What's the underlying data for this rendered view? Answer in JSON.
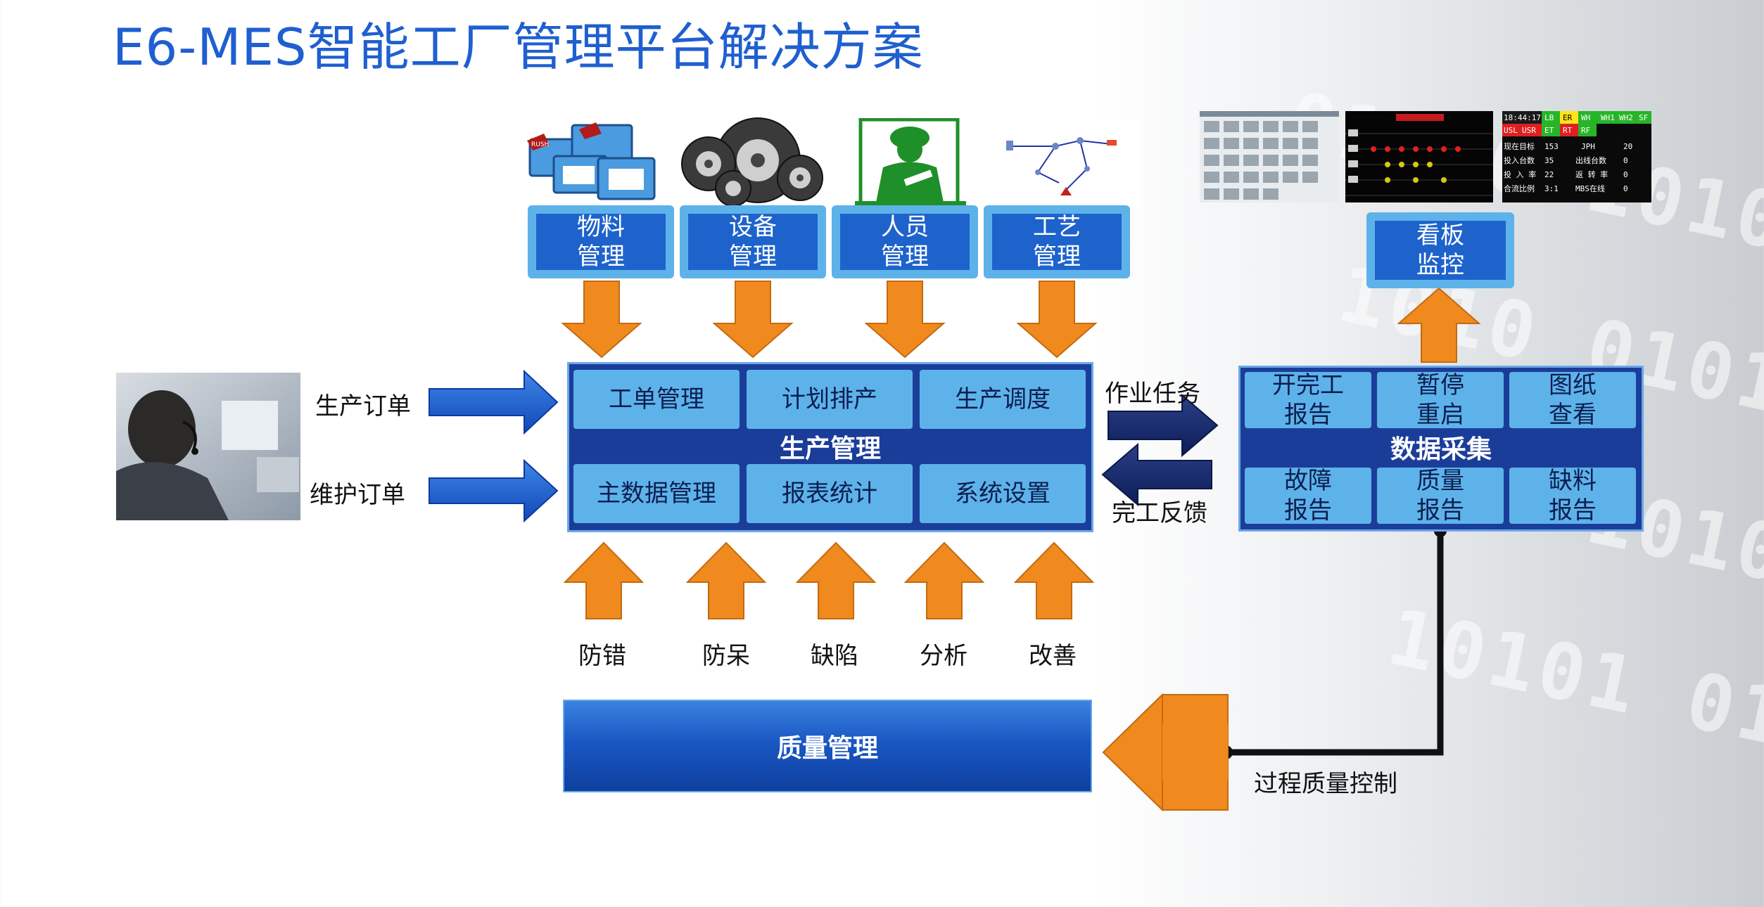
{
  "title": "E6-MES智能工厂管理平台解决方案",
  "modules": [
    "物料\n管理",
    "设备\n管理",
    "人员\n管理",
    "工艺\n管理"
  ],
  "kanban": "看板\n监控",
  "production": {
    "title": "生产管理",
    "cells": [
      "工单管理",
      "计划排产",
      "生产调度",
      "主数据管理",
      "报表统计",
      "系统设置"
    ]
  },
  "data_collection": {
    "title": "数据采集",
    "cells": [
      "开完工\n报告",
      "暂停\n重启",
      "图纸\n查看",
      "故障\n报告",
      "质量\n报告",
      "缺料\n报告"
    ]
  },
  "orders": [
    "生产订单",
    "维护订单"
  ],
  "task_labels": {
    "to": "作业任务",
    "back": "完工反馈"
  },
  "bottom_labels": [
    "防错",
    "防呆",
    "缺陷",
    "分析",
    "改善"
  ],
  "quality": "质量管理",
  "process_quality": "过程质量控制",
  "dashboard_text": {
    "a1": "18:44:17",
    "a2": "LB",
    "a3": "ER",
    "a4": "WH",
    "a5": "WH1",
    "a6": "WH2",
    "a7": "SF",
    "b1": "USL",
    "b2": "USR",
    "b3": "ET",
    "b4": "RT",
    "b5": "RF",
    "r1": "现在目标",
    "r2": "投入台数",
    "r3": "投 入 率",
    "r4": "合流比例",
    "v1": "153",
    "v2": "35",
    "v3": "22",
    "v4": "3:1",
    "m1": "JPH",
    "m2": "出线台数",
    "m3": "返 转 率",
    "m4": "MBS在线",
    "n1": "20",
    "n2": "0",
    "n3": "0",
    "n4": "0",
    "stamp": "RUSH"
  },
  "colors": {
    "title": "#1f5fd0",
    "accent": "#f08a1e",
    "module": "#1e63cc",
    "light": "#5eb2ea"
  }
}
